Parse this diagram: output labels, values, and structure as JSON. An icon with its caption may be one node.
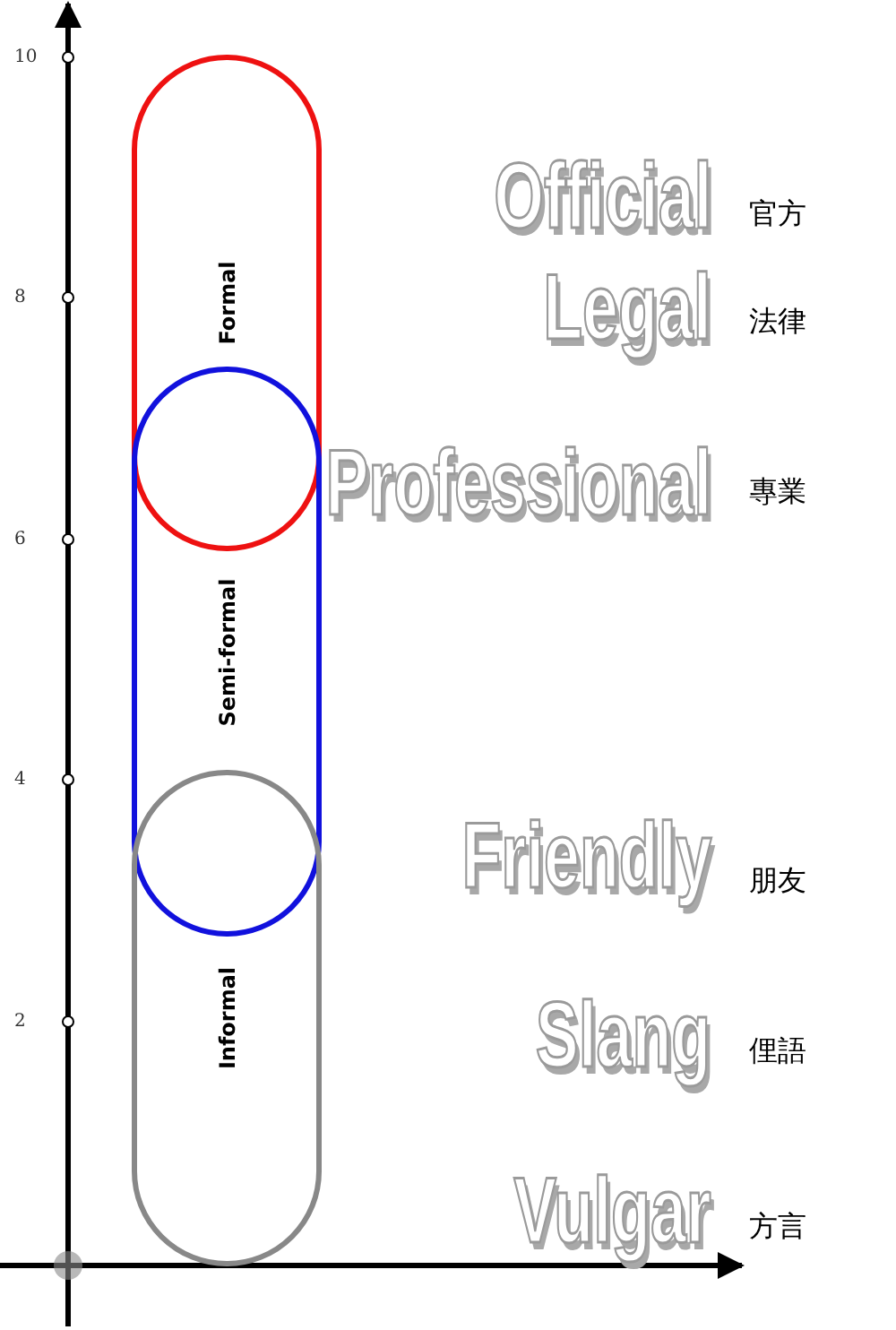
{
  "diagram": {
    "nodes": [
      {
        "text": [
          "Formal"
        ]
      },
      {
        "text": [
          "Semi-formal"
        ]
      },
      {
        "text": [
          "Informal"
        ]
      }
    ],
    "labels": [
      "10",
      "8",
      "6",
      "4",
      "2",
      "Official",
      "官方",
      "Legal",
      "法律",
      "Professional",
      "專業",
      "Friendly",
      "朋友",
      "Slang",
      "俚語",
      "Vulgar",
      "方言"
    ]
  }
}
